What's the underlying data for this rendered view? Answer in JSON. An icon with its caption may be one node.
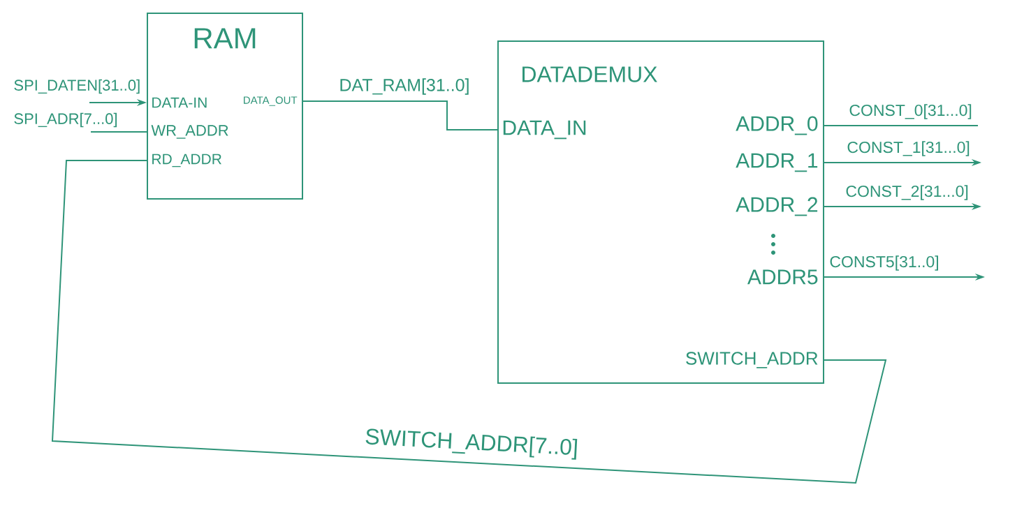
{
  "diagram": {
    "nodes": [
      {
        "text": [
          "RAM"
        ]
      },
      {
        "text": [
          "DATA-IN"
        ],
        "in": 0
      },
      {
        "text": [
          "DATA_OUT"
        ],
        "in": 0
      },
      {
        "text": [
          "WR_ADDR"
        ],
        "in": 0
      },
      {
        "text": [
          "RD_ADDR"
        ],
        "in": 0
      },
      {
        "text": [
          "DATADEMUX"
        ]
      },
      {
        "text": [
          "DATA_IN"
        ],
        "in": 5
      },
      {
        "text": [
          "ADDR_0"
        ],
        "in": 5
      },
      {
        "text": [
          "ADDR_1"
        ],
        "in": 5
      },
      {
        "text": [
          "ADDR_2"
        ],
        "in": 5
      },
      {
        "text": [
          "ADDR5"
        ],
        "in": 5
      },
      {
        "text": [
          "SWITCH_ADDR"
        ],
        "in": 5
      }
    ],
    "edges": [
      {
        "from": null,
        "to": 1,
        "arrow": "to",
        "label": "SPI_DATEN[31..0]"
      },
      {
        "from": null,
        "to": 3,
        "arrow": "none",
        "label": "SPI_ADR[7...0]"
      },
      {
        "from": 2,
        "to": 6,
        "arrow": "none",
        "label": "DAT_RAM[31..0]"
      },
      {
        "from": 7,
        "to": null,
        "arrow": "none",
        "label": "CONST_0[31...0]"
      },
      {
        "from": 8,
        "to": null,
        "arrow": "to",
        "label": "CONST_1[31...0]"
      },
      {
        "from": 9,
        "to": null,
        "arrow": "to",
        "label": "CONST_2[31...0]"
      },
      {
        "from": 10,
        "to": null,
        "arrow": "to",
        "label": "CONST5[31..0]"
      },
      {
        "from": 11,
        "to": 4,
        "arrow": "none",
        "label": "SWITCH_ADDR[7..0]"
      }
    ]
  }
}
